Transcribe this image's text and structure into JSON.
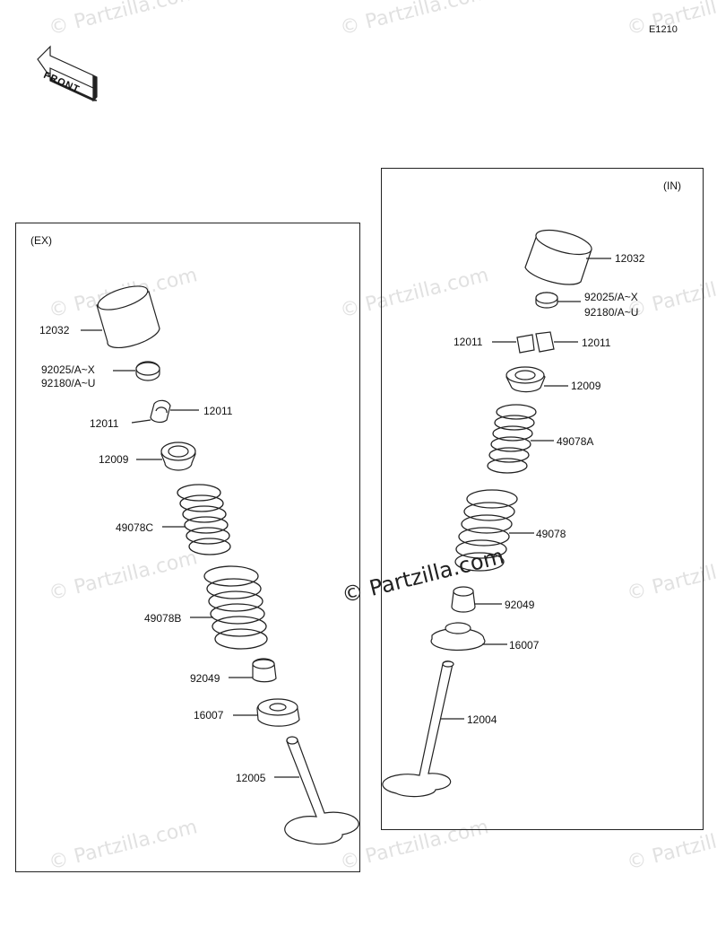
{
  "diagram_code": "E1210",
  "front_label": "FRONT",
  "watermark_text": "© Partzilla.com",
  "ex_panel": {
    "title": "(EX)",
    "labels": {
      "p12032": "12032",
      "p92025": "92025/A~X",
      "p92180": "92180/A~U",
      "p12011_left": "12011",
      "p12011_right": "12011",
      "p12009": "12009",
      "p49078c": "49078C",
      "p49078b": "49078B",
      "p92049": "92049",
      "p16007": "16007",
      "p12005": "12005"
    }
  },
  "in_panel": {
    "title": "(IN)",
    "labels": {
      "p12032": "12032",
      "p92025": "92025/A~X",
      "p92180": "92180/A~U",
      "p12011_left": "12011",
      "p12011_right": "12011",
      "p12009": "12009",
      "p49078a": "49078A",
      "p49078": "49078",
      "p92049": "92049",
      "p16007": "16007",
      "p12004": "12004"
    }
  },
  "colors": {
    "line": "#222222",
    "watermark": "#bdbdbd"
  }
}
